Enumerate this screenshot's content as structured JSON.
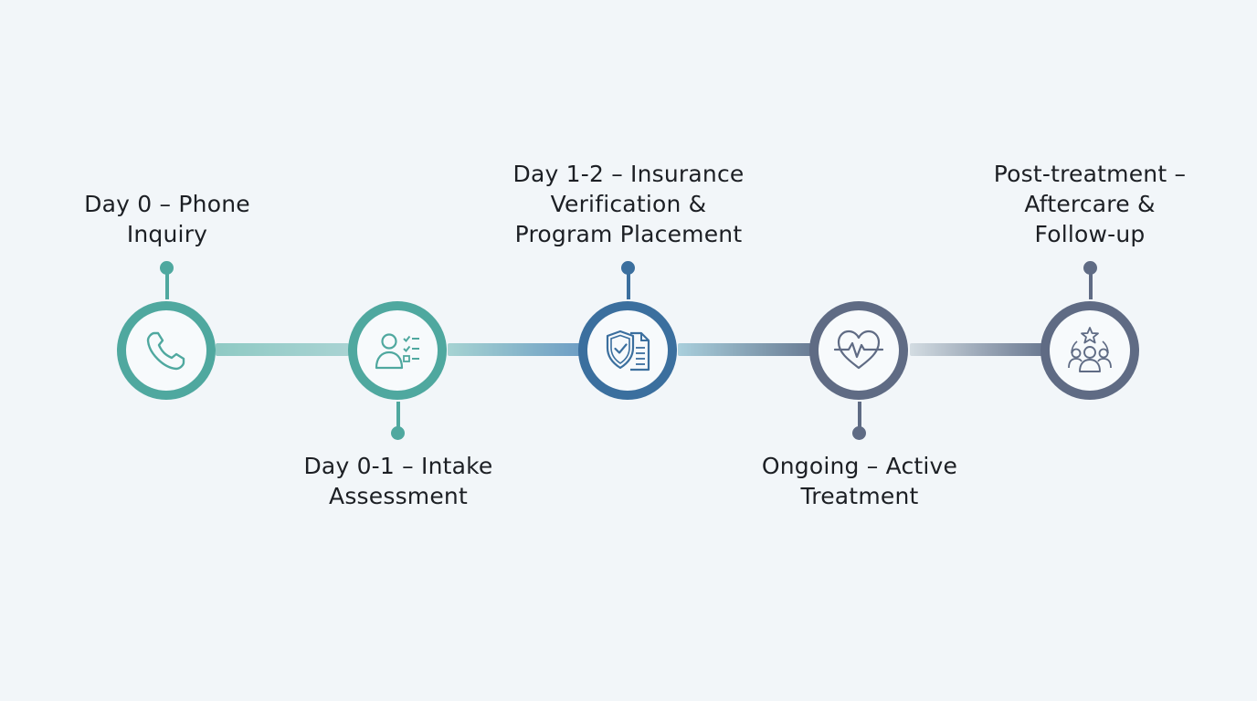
{
  "colors": {
    "background": "#f2f6f9",
    "step1": "#4fa89f",
    "step2": "#4fa89f",
    "step3": "#3b6f9e",
    "step4": "#5f6b84",
    "step5": "#5f6b84",
    "text": "#1c1f24"
  },
  "steps": [
    {
      "label_line1": "Day 0 – Phone",
      "label_line2": "Inquiry",
      "label_line3": "",
      "icon": "phone-icon",
      "label_position": "above"
    },
    {
      "label_line1": "Day 0-1 – Intake",
      "label_line2": "Assessment",
      "label_line3": "",
      "icon": "clipboard-checklist-icon",
      "label_position": "below"
    },
    {
      "label_line1": "Day 1-2 – Insurance",
      "label_line2": "Verification &",
      "label_line3": "Program Placement",
      "icon": "shield-document-icon",
      "label_position": "above"
    },
    {
      "label_line1": "Ongoing – Active",
      "label_line2": "Treatment",
      "label_line3": "",
      "icon": "heart-pulse-icon",
      "label_position": "below"
    },
    {
      "label_line1": "Post-treatment –",
      "label_line2": "Aftercare &",
      "label_line3": "Follow-up",
      "icon": "community-support-icon",
      "label_position": "above"
    }
  ]
}
